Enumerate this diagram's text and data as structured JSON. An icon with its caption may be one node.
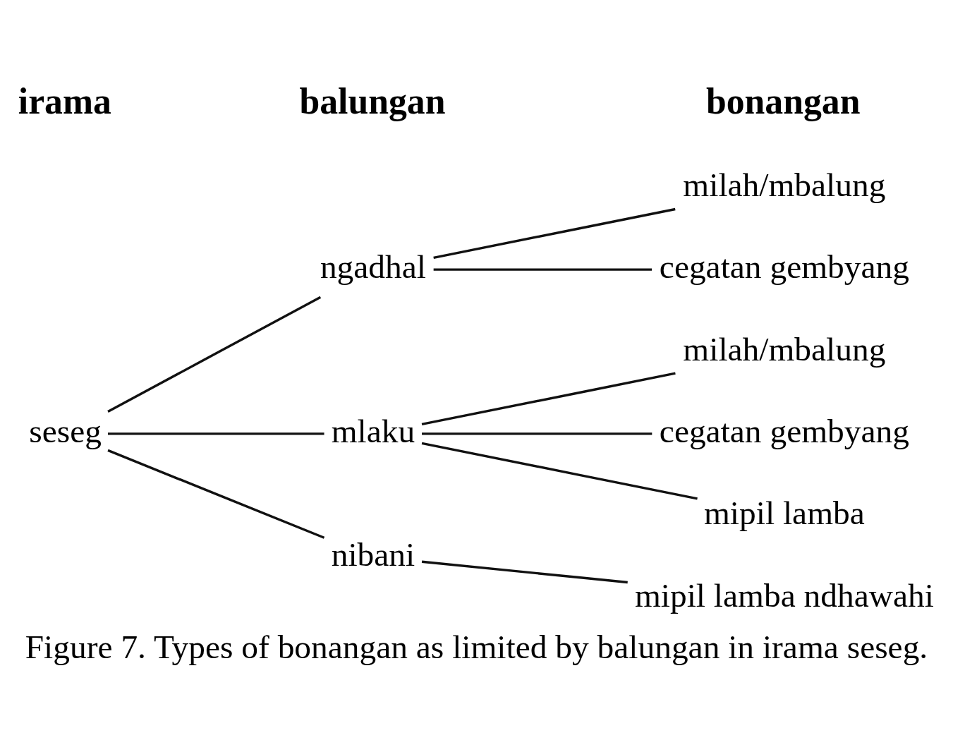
{
  "diagram": {
    "caption": "Figure 7. Types of bonangan as limited by balungan in irama seseg.",
    "nodes": [
      {
        "text": [
          "seseg"
        ]
      },
      {
        "text": [
          "ngadhal"
        ]
      },
      {
        "text": [
          "mlaku"
        ]
      },
      {
        "text": [
          "nibani"
        ]
      },
      {
        "text": [
          "milah/mbalung"
        ]
      },
      {
        "text": [
          "cegatan gembyang"
        ]
      },
      {
        "text": [
          "milah/mbalung"
        ]
      },
      {
        "text": [
          "cegatan gembyang"
        ]
      },
      {
        "text": [
          "mipil lamba"
        ]
      },
      {
        "text": [
          "mipil lamba ndhawahi"
        ]
      }
    ],
    "edges": [
      {
        "from": 0,
        "to": 1,
        "arrow": "none"
      },
      {
        "from": 0,
        "to": 2,
        "arrow": "none"
      },
      {
        "from": 0,
        "to": 3,
        "arrow": "none"
      },
      {
        "from": 1,
        "to": 4,
        "arrow": "none"
      },
      {
        "from": 1,
        "to": 5,
        "arrow": "none"
      },
      {
        "from": 2,
        "to": 6,
        "arrow": "none"
      },
      {
        "from": 2,
        "to": 7,
        "arrow": "none"
      },
      {
        "from": 2,
        "to": 8,
        "arrow": "none"
      },
      {
        "from": 3,
        "to": 9,
        "arrow": "none"
      }
    ],
    "labels": [
      "irama",
      "balungan",
      "bonangan"
    ]
  }
}
